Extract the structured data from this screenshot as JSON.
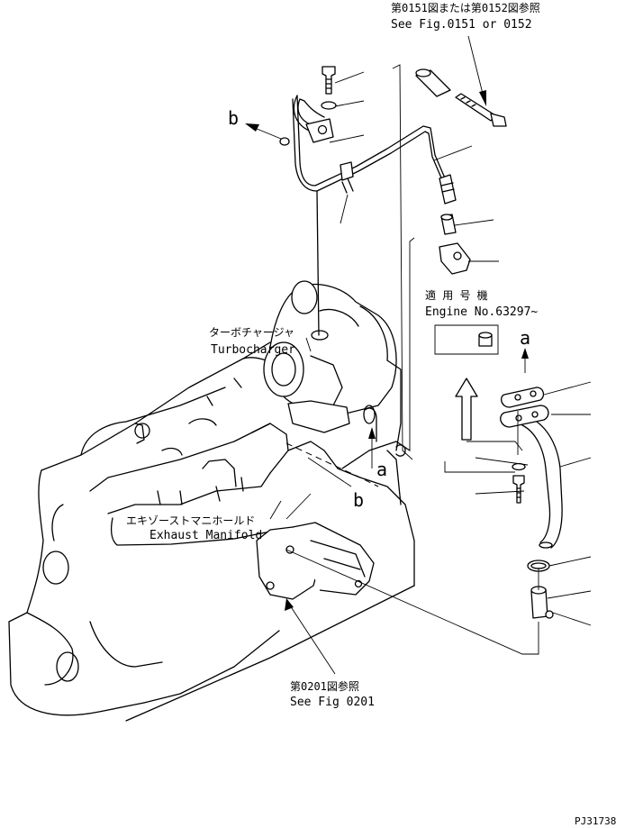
{
  "labels": {
    "ref_0151_jp": "第0151図または第0152図参照",
    "ref_0151_en": "See Fig.0151 or 0152",
    "serial_jp": "適 用 号 機",
    "serial_en": "Engine No.63297~",
    "turbo_jp": "ターボチャージャ",
    "turbo_en": "Turbocharger",
    "manifold_jp": "エキゾーストマニホールド",
    "manifold_en": "Exhaust Manifold",
    "ref_0201_jp": "第0201図参照",
    "ref_0201_en": "See Fig 0201",
    "marker_a": "a",
    "marker_b": "b",
    "drawing_no": "PJ31738"
  }
}
